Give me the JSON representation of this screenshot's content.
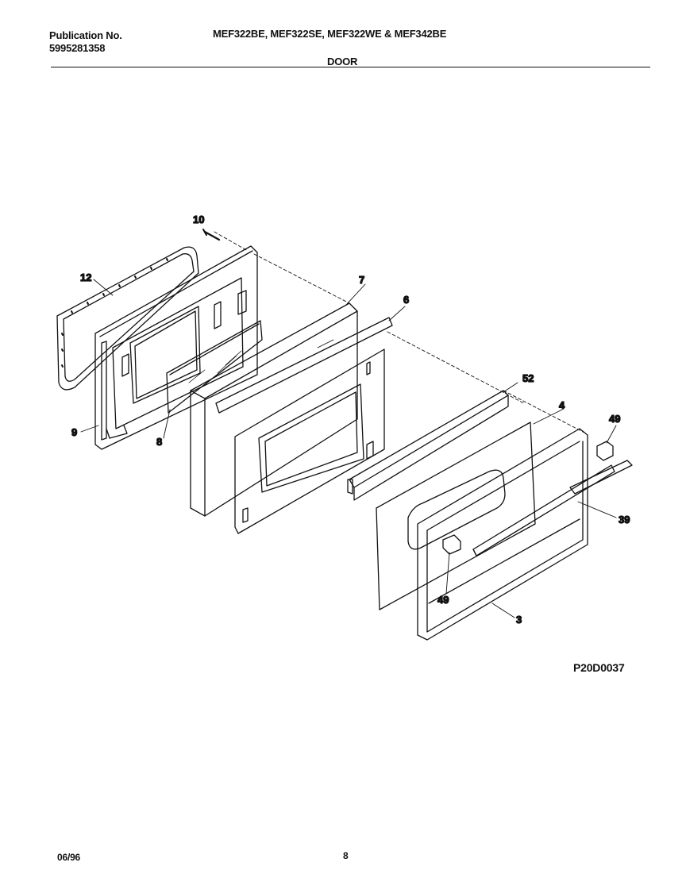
{
  "header": {
    "publication_label": "Publication No.",
    "publication_number": "5995281358",
    "models": "MEF322BE, MEF322SE, MEF322WE & MEF342BE",
    "section": "DOOR"
  },
  "diagram": {
    "code": "P20D0037",
    "callouts": {
      "c10": "10",
      "c12": "12",
      "c7": "7",
      "c6": "6",
      "c52": "52",
      "c4": "4",
      "c49a": "49",
      "c9": "9",
      "c8": "8",
      "c39": "39",
      "c49b": "49",
      "c3": "3"
    }
  },
  "footer": {
    "date": "06/96",
    "page": "8"
  }
}
